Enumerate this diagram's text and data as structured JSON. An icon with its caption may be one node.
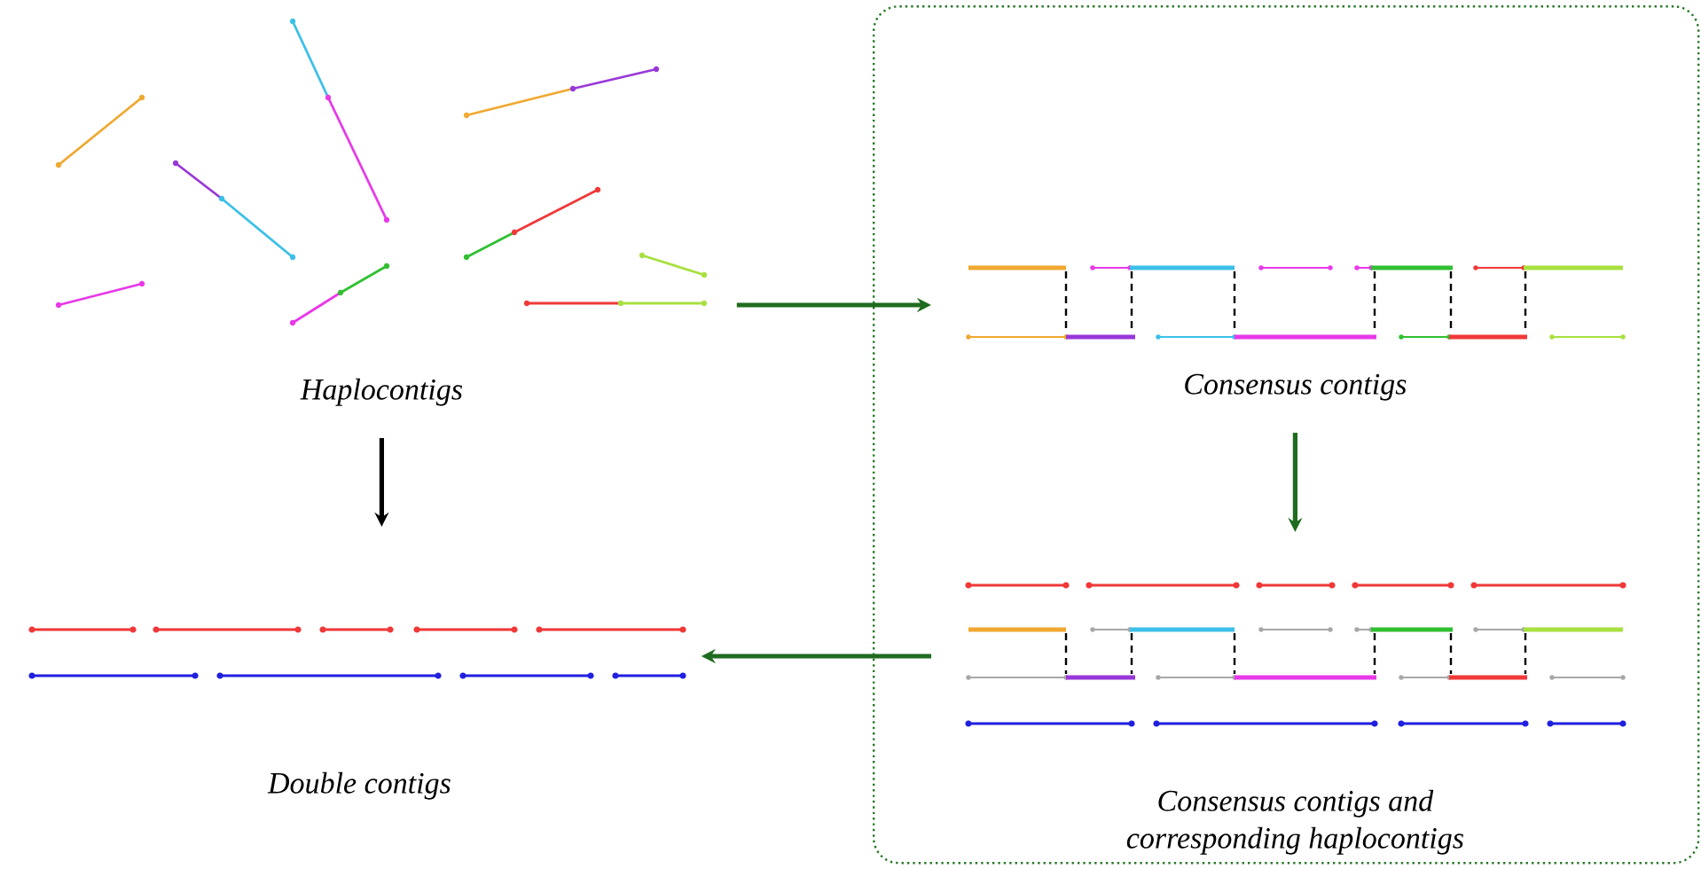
{
  "diagram": {
    "nodes": [
      {
        "text": [
          "Haplocontigs"
        ]
      },
      {
        "text": [
          "Double contigs"
        ]
      },
      {
        "text": [],
        "shape": "box"
      },
      {
        "text": [
          "Consensus contigs"
        ],
        "in": 2
      },
      {
        "text": [
          "Consensus contigs and corresponding haplocontigs"
        ],
        "in": 2
      }
    ],
    "edges": [
      {
        "from": 0,
        "to": 1,
        "arrow": "to",
        "color": "#000000"
      },
      {
        "from": 0,
        "to": 3,
        "arrow": "to"
      },
      {
        "from": 3,
        "to": 4,
        "arrow": "to"
      },
      {
        "from": 4,
        "to": 1,
        "arrow": "to"
      }
    ]
  }
}
